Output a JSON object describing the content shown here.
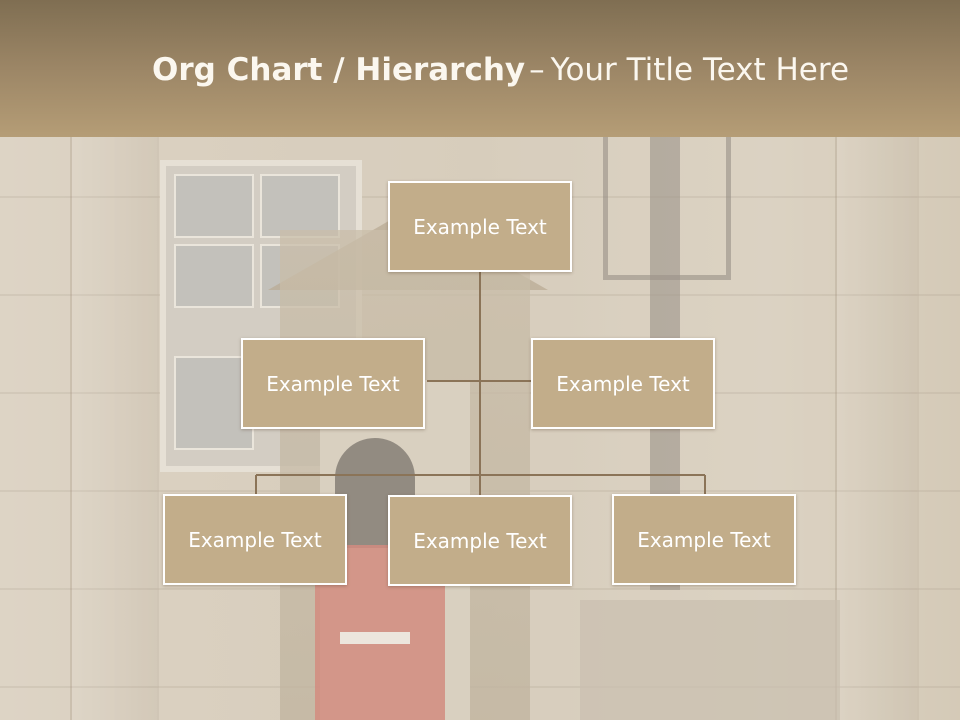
{
  "title": {
    "bold": "Org Chart / Hierarchy",
    "dash": "–",
    "normal": "Your Title Text Here"
  },
  "colors": {
    "title_band": "#9c8666",
    "node_fill": "#c2ad8a",
    "node_border": "#ffffff",
    "connector": "#8b7458"
  },
  "org_chart": {
    "top": "Example Text",
    "assistants": [
      "Example Text",
      "Example Text"
    ],
    "subordinates": [
      "Example Text",
      "Example Text",
      "Example Text"
    ]
  }
}
